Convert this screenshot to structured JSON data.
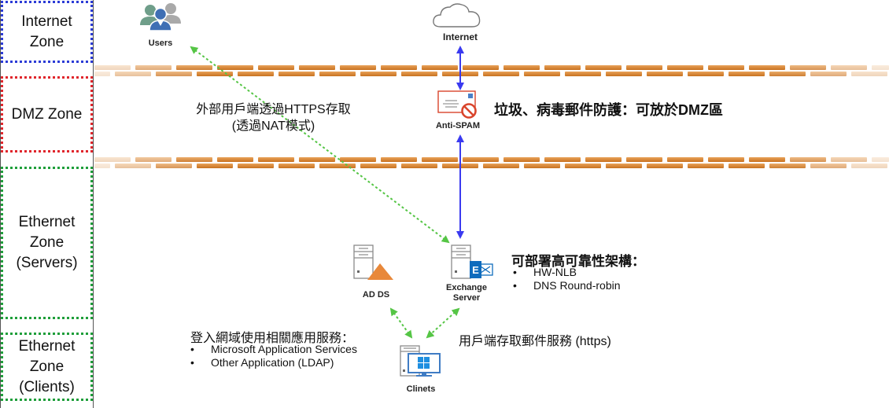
{
  "zones": [
    {
      "id": "internet",
      "label": "Internet\nZone",
      "color": "#2b3bd6"
    },
    {
      "id": "dmz",
      "label": "DMZ Zone",
      "color": "#e0262c"
    },
    {
      "id": "servers",
      "label": "Ethernet\nZone\n(Servers)",
      "color": "#1e9e3a"
    },
    {
      "id": "clients",
      "label": "Ethernet\nZone\n(Clients)",
      "color": "#1e9e3a"
    }
  ],
  "nodes": {
    "users": {
      "label": "Users",
      "icon": "users-icon"
    },
    "internet": {
      "label": "Internet",
      "icon": "cloud-icon"
    },
    "antispam": {
      "label": "Anti-SPAM",
      "icon": "anti-spam-mail-icon"
    },
    "adds": {
      "label": "AD DS",
      "icon": "ad-ds-server-icon"
    },
    "exchange": {
      "label_line1": "Exchange",
      "label_line2": "Server",
      "icon": "exchange-server-icon"
    },
    "clients": {
      "label": "Clinets",
      "icon": "windows-client-icon"
    }
  },
  "annotations": {
    "external_access_line1": "外部用戶端透過HTTPS存取",
    "external_access_line2": "(透過NAT模式)",
    "antispam_note": "垃圾、病毒郵件防護：可放於DMZ區",
    "ha_title": "可部署高可靠性架構：",
    "ha_items": [
      "HW-NLB",
      "DNS Round-robin"
    ],
    "domain_title": "登入網域使用相關應用服務：",
    "domain_items": [
      "Microsoft Application Services",
      "Other Application (LDAP)"
    ],
    "client_access_note": "用戶端存取郵件服務 (https)"
  },
  "colors": {
    "blue_link": "#3a3af0",
    "green_link": "#55c545",
    "brick": "#d9822b",
    "adds_triangle": "#e8883a",
    "exchange_blue": "#0f6cbd",
    "spam_red": "#d9452c"
  },
  "bullet_char": "•"
}
